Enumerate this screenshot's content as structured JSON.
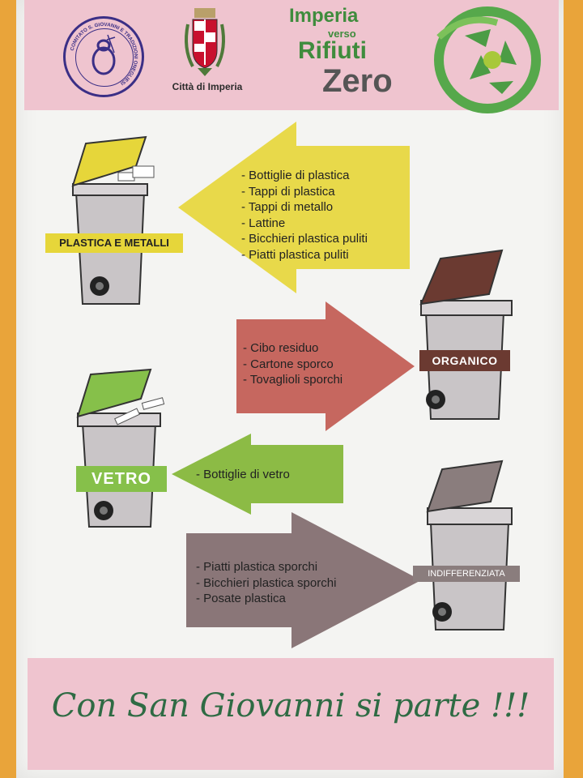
{
  "header": {
    "association_seal_text": "COMITATO S. GIOVANNI E TRADIZIONI ONEGLIESI",
    "city_label": "Città di Imperia",
    "campaign_title_line1": "Imperia",
    "campaign_title_line2": "verso",
    "campaign_title_line3": "Rifiuti",
    "campaign_title_line4": "Zero"
  },
  "sections": [
    {
      "bin_label": "PLASTICA E METALLI",
      "lid_color": "#e6d63a",
      "items": [
        "Bottiglie di plastica",
        "Tappi di plastica",
        "Tappi di metallo",
        "Lattine",
        "Bicchieri plastica puliti",
        "Piatti plastica puliti"
      ],
      "arrow_color": "#e8d94a"
    },
    {
      "bin_label": "ORGANICO",
      "lid_color": "#6b3a31",
      "items": [
        "Cibo residuo",
        "Cartone sporco",
        "Tovaglioli sporchi"
      ],
      "arrow_color": "#c6675f"
    },
    {
      "bin_label": "VETRO",
      "lid_color": "#86c04a",
      "items": [
        "Bottiglie di vetro"
      ],
      "arrow_color": "#8cbb45"
    },
    {
      "bin_label": "INDIFFERENZIATA",
      "lid_color": "#8a7d7d",
      "items": [
        "Piatti plastica sporchi",
        "Bicchieri plastica sporchi",
        "Posate plastica"
      ],
      "arrow_color": "#8a7678"
    }
  ],
  "footer": {
    "slogan": "Con San Giovanni si parte !!!"
  },
  "colors": {
    "header_band": "#efc4cf",
    "brand_green": "#3f8c3d",
    "bin_body": "#c9c5c7"
  }
}
